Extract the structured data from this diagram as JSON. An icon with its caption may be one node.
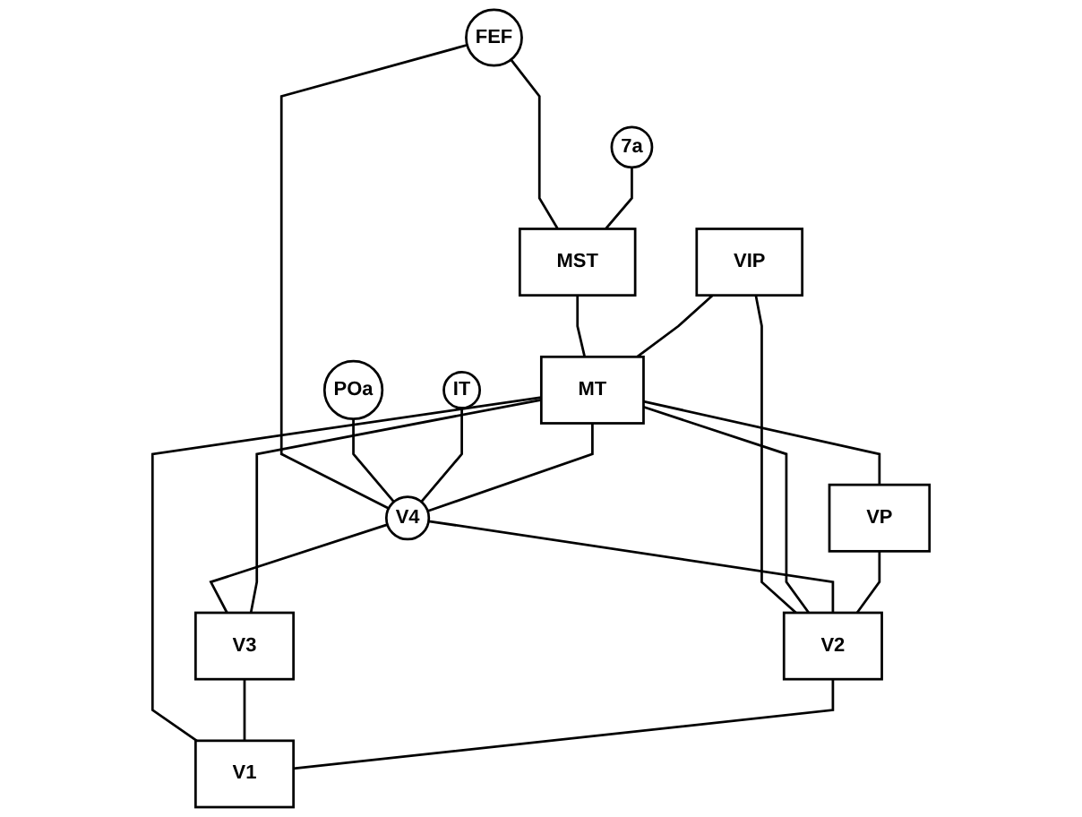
{
  "diagram": {
    "nodes": [
      {
        "text": [
          "FEF"
        ]
      },
      {
        "text": [
          "7a"
        ]
      },
      {
        "text": [
          "MST"
        ]
      },
      {
        "text": [
          "VIP"
        ]
      },
      {
        "text": [
          "POa"
        ]
      },
      {
        "text": [
          "IT"
        ]
      },
      {
        "text": [
          "MT"
        ]
      },
      {
        "text": [
          "V4"
        ]
      },
      {
        "text": [
          "V3"
        ]
      },
      {
        "text": [
          "VP"
        ]
      },
      {
        "text": [
          "V2"
        ]
      },
      {
        "text": [
          "V1"
        ]
      }
    ],
    "edges": [
      {
        "from": 0,
        "to": 2,
        "arrow": "none"
      },
      {
        "from": 1,
        "to": 2,
        "arrow": "none"
      },
      {
        "from": 0,
        "to": 7,
        "arrow": "none"
      },
      {
        "from": 2,
        "to": 6,
        "arrow": "none"
      },
      {
        "from": 3,
        "to": 6,
        "arrow": "none"
      },
      {
        "from": 3,
        "to": 10,
        "arrow": "none"
      },
      {
        "from": 4,
        "to": 7,
        "arrow": "none"
      },
      {
        "from": 5,
        "to": 7,
        "arrow": "none"
      },
      {
        "from": 6,
        "to": 7,
        "arrow": "none"
      },
      {
        "from": 6,
        "to": 9,
        "arrow": "none"
      },
      {
        "from": 7,
        "to": 8,
        "arrow": "none"
      },
      {
        "from": 6,
        "to": 8,
        "arrow": "none"
      },
      {
        "from": 6,
        "to": 10,
        "arrow": "none"
      },
      {
        "from": 6,
        "to": 11,
        "arrow": "none"
      },
      {
        "from": 8,
        "to": 11,
        "arrow": "none"
      },
      {
        "from": 7,
        "to": 10,
        "arrow": "none"
      },
      {
        "from": 9,
        "to": 10,
        "arrow": "none"
      },
      {
        "from": 10,
        "to": 11,
        "arrow": "none"
      }
    ]
  }
}
